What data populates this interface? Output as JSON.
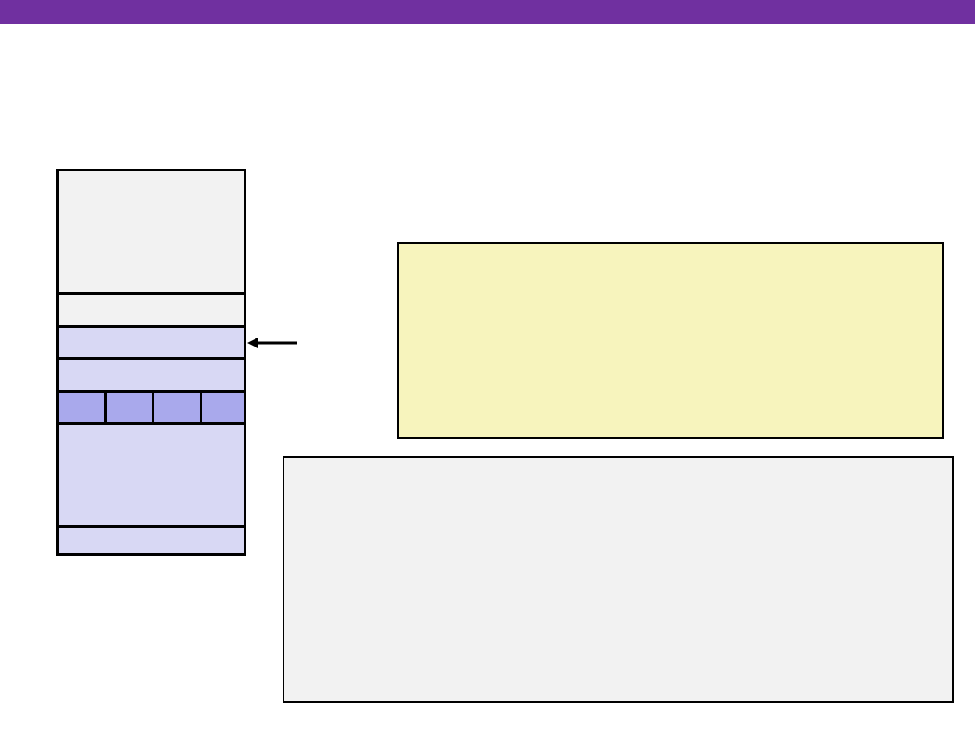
{
  "colors": {
    "header_bar": "#7030a0",
    "stack_gray": "#f2f2f2",
    "stack_lavender": "#d8d8f4",
    "stack_lavender_dark": "#a9a9ec",
    "note_yellow": "#f7f4bd",
    "note_gray": "#f2f2f2",
    "outline": "#000000"
  },
  "stack": {
    "rows": [
      "gray",
      "gray",
      "lavender",
      "lavender",
      "lavender-split-4",
      "lavender",
      "lavender"
    ],
    "split_cells": 4
  },
  "pointer": {
    "direction": "left",
    "icon": "arrow-left-icon"
  },
  "yellow_note": {
    "text": ""
  },
  "gray_note": {
    "text": ""
  }
}
